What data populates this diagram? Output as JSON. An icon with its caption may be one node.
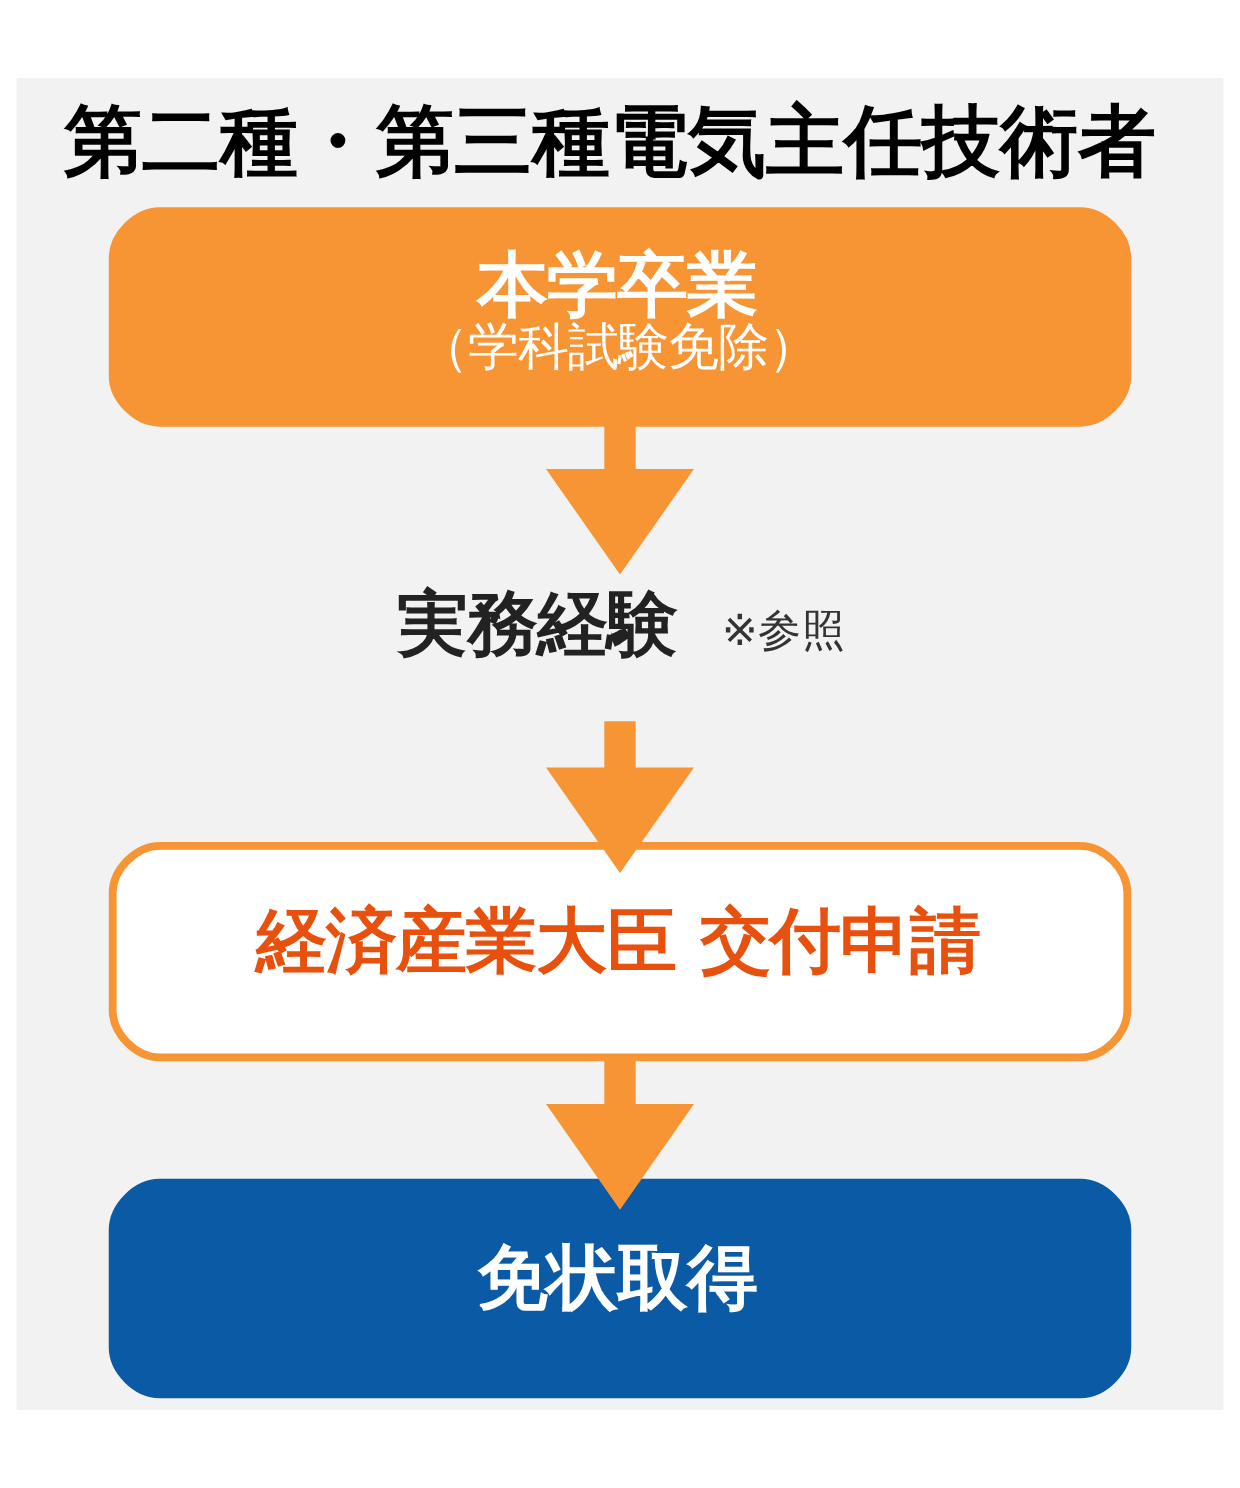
{
  "diagram": {
    "title": "第二種・第三種電気主任技術者",
    "nodes": [
      {
        "text": [
          "本学卒業",
          "（学科試験免除）"
        ]
      },
      {
        "text": [
          "実務経験"
        ],
        "beside": [
          "※参照"
        ]
      },
      {
        "text": [
          "経済産業大臣 交付申請"
        ]
      },
      {
        "text": [
          "免状取得"
        ]
      }
    ],
    "edges": [
      {
        "from": 0,
        "to": 1,
        "arrow": "to"
      },
      {
        "from": 1,
        "to": 2,
        "arrow": "to"
      },
      {
        "from": 2,
        "to": 3,
        "arrow": "to"
      }
    ]
  }
}
